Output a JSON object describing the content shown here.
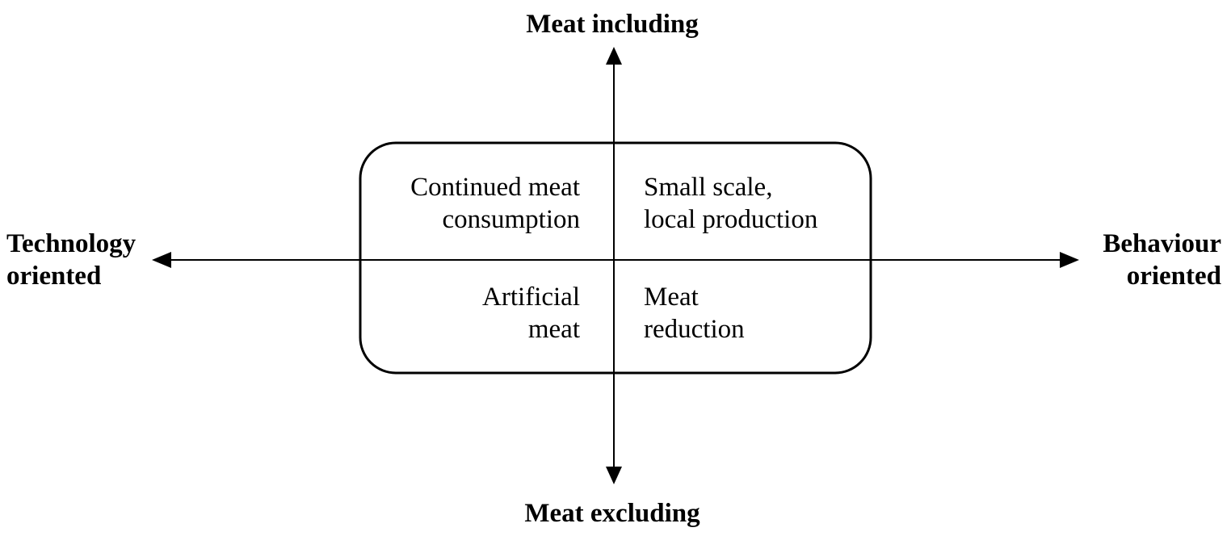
{
  "axes": {
    "top": {
      "label": "Meat including"
    },
    "bottom": {
      "label": "Meat excluding"
    },
    "left": {
      "lines": [
        "Technology",
        "oriented"
      ]
    },
    "right": {
      "lines": [
        "Behaviour",
        "oriented"
      ]
    }
  },
  "quadrants": {
    "top_left": {
      "lines": [
        "Continued meat",
        "consumption"
      ]
    },
    "top_right": {
      "lines": [
        "Small scale,",
        "local production"
      ]
    },
    "bottom_left": {
      "lines": [
        "Artificial",
        "meat"
      ]
    },
    "bottom_right": {
      "lines": [
        "Meat",
        "reduction"
      ]
    }
  },
  "colors": {
    "stroke": "#000000",
    "background": "#ffffff"
  }
}
